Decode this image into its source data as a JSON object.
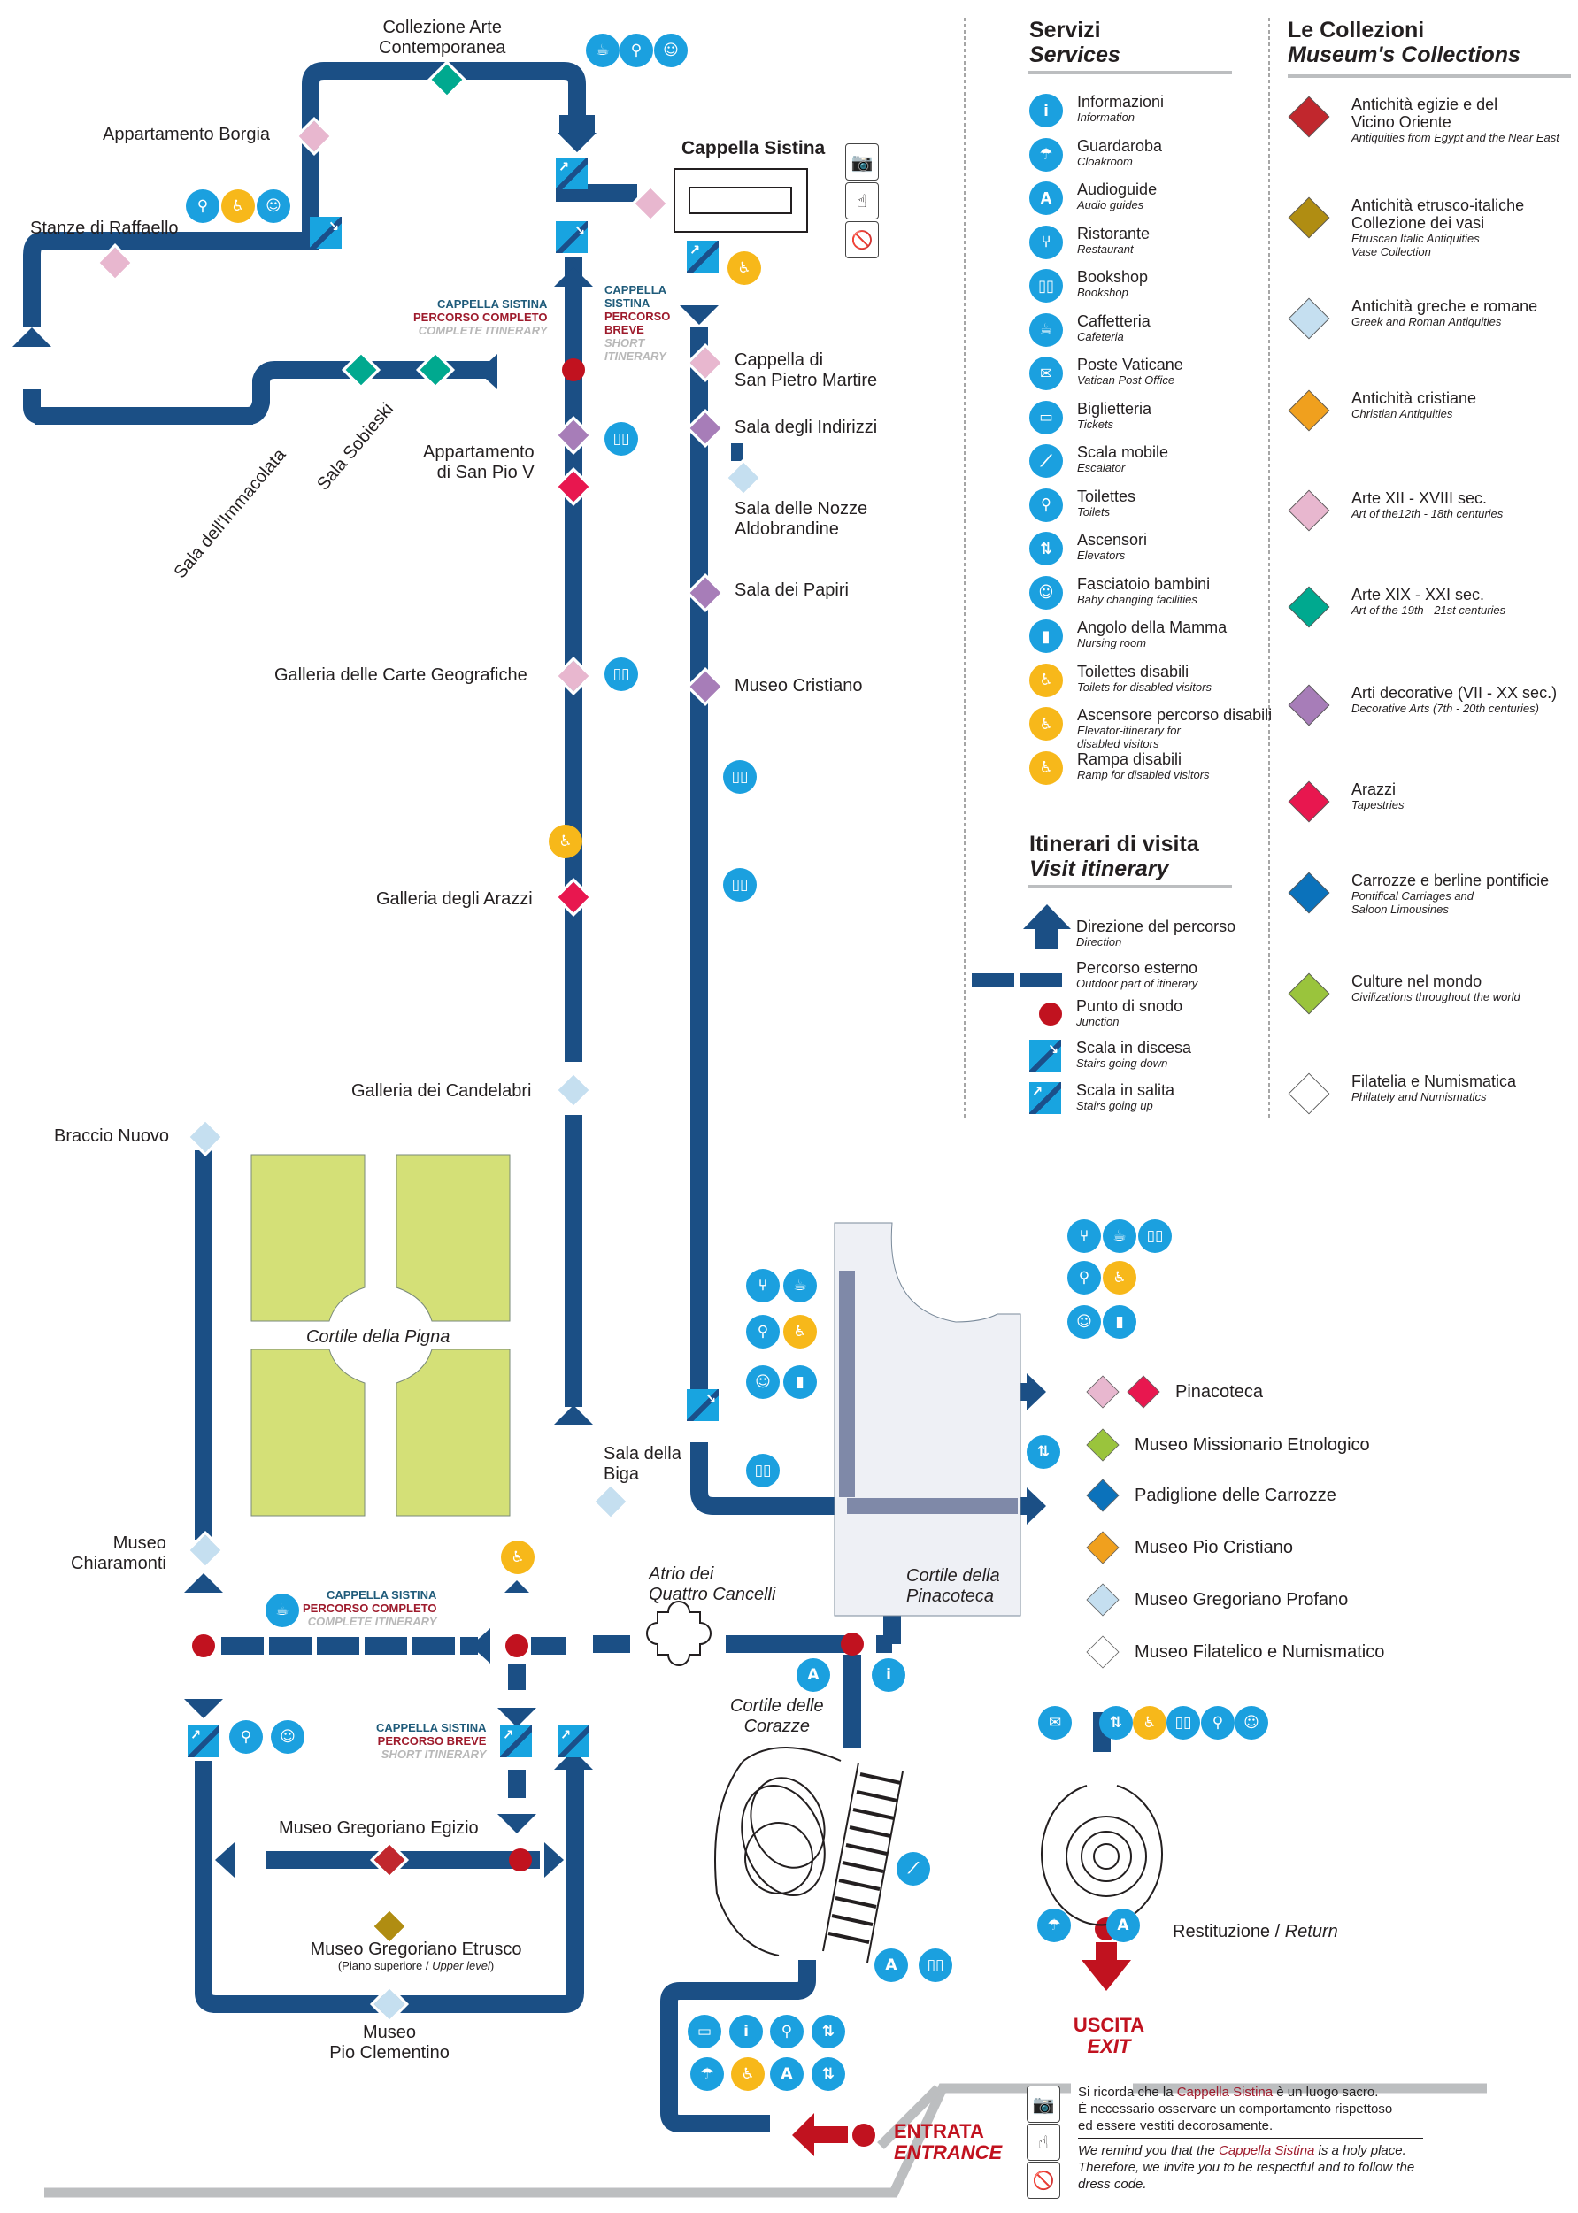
{
  "map": {
    "colors": {
      "path": "#1b4f85",
      "junction": "#c1121f",
      "service_blue": "#1ba0df",
      "service_yellow": "#f7b81a",
      "courtyard_green": "#d4e077",
      "pinacoteca_court": "#eef0f5",
      "boundary_gray": "#bcbec0",
      "exit_red": "#c1121f"
    },
    "places": [
      {
        "id": "collezione-arte-contemporanea",
        "label": "Collezione Arte\nContemporanea",
        "category": "arte-xix-xxi"
      },
      {
        "id": "appartamento-borgia",
        "label": "Appartamento Borgia",
        "category": "arte-xii-xviii"
      },
      {
        "id": "stanze-di-raffaello",
        "label": "Stanze di Raffaello",
        "category": "arte-xii-xviii"
      },
      {
        "id": "cappella-sistina",
        "label": "Cappella Sistina",
        "category": "arte-xii-xviii"
      },
      {
        "id": "cappella-san-pietro-martire",
        "label": "Cappella di\nSan Pietro Martire",
        "category": "arte-xii-xviii"
      },
      {
        "id": "sala-degli-indirizzi",
        "label": "Sala degli Indirizzi",
        "category": "arti-decorative"
      },
      {
        "id": "sala-nozze-aldobrandine",
        "label": "Sala delle Nozze\nAldobrandine",
        "category": "greche-romane"
      },
      {
        "id": "sala-dei-papiri",
        "label": "Sala dei Papiri",
        "category": "arti-decorative"
      },
      {
        "id": "museo-cristiano",
        "label": "Museo Cristiano",
        "category": "arti-decorative"
      },
      {
        "id": "sala-immacolata",
        "label": "Sala dell'Immacolata",
        "category": "arte-xix-xxi"
      },
      {
        "id": "sala-sobieski",
        "label": "Sala Sobieski",
        "category": "arte-xix-xxi"
      },
      {
        "id": "appartamento-san-pio-v",
        "label": "Appartamento\ndi San Pio V",
        "category": "arti-decorative"
      },
      {
        "id": "galleria-carte-geografiche",
        "label": "Galleria delle Carte Geografiche",
        "category": "arte-xii-xviii"
      },
      {
        "id": "galleria-arazzi",
        "label": "Galleria degli Arazzi",
        "category": "arazzi"
      },
      {
        "id": "galleria-candelabri",
        "label": "Galleria dei Candelabri",
        "category": "greche-romane"
      },
      {
        "id": "braccio-nuovo",
        "label": "Braccio Nuovo",
        "category": "greche-romane"
      },
      {
        "id": "museo-chiaramonti",
        "label": "Museo\nChiaramonti",
        "category": "greche-romane"
      },
      {
        "id": "sala-della-biga",
        "label": "Sala della\nBiga",
        "category": "greche-romane"
      },
      {
        "id": "museo-gregoriano-egizio",
        "label": "Museo Gregoriano Egizio",
        "category": "egizie"
      },
      {
        "id": "museo-gregoriano-etrusco",
        "label": "Museo Gregoriano Etrusco",
        "sublabel": "(Piano superiore / ",
        "sublabel_it": "Upper level",
        "sublabel_end": ")",
        "category": "etrusco"
      },
      {
        "id": "museo-pio-clementino",
        "label": "Museo\nPio Clementino",
        "category": "greche-romane"
      }
    ],
    "courtyards": {
      "pigna": "Cortile della Pigna",
      "atrio": "Atrio dei\nQuattro Cancelli",
      "pinacoteca": "Cortile della\nPinacoteca",
      "corazze": "Cortile delle\nCorazze"
    },
    "route_labels": {
      "sistina": "CAPPELLA SISTINA",
      "sistina_split": "CAPPELLA\nSISTINA",
      "completo": "PERCORSO COMPLETO",
      "complete_en": "COMPLETE ITINERARY",
      "breve": "PERCORSO BREVE",
      "breve_split": "PERCORSO\nBREVE",
      "short_en": "SHORT ITINERARY",
      "short_en_split": "SHORT\nITINERARY"
    },
    "pinacoteca_area": [
      {
        "label": "Pinacoteca",
        "categories": [
          "arte-xii-xviii",
          "arazzi"
        ]
      },
      {
        "label": "Museo Missionario Etnologico",
        "categories": [
          "culture"
        ]
      },
      {
        "label": "Padiglione delle Carrozze",
        "categories": [
          "carrozze"
        ]
      },
      {
        "label": "Museo Pio Cristiano",
        "categories": [
          "cristiane"
        ]
      },
      {
        "label": "Museo Gregoriano Profano",
        "categories": [
          "greche-romane"
        ]
      },
      {
        "label": "Museo Filatelico e Numismatico",
        "categories": [
          "filatelia"
        ]
      }
    ],
    "restitution": {
      "label": "Restituzione / ",
      "label_en": "Return"
    },
    "exit": {
      "it": "USCITA",
      "en": "EXIT"
    },
    "entrance": {
      "it": "ENTRATA",
      "en": "ENTRANCE"
    }
  },
  "legend": {
    "services_title": "Servizi",
    "services_subtitle": "Services",
    "services": [
      {
        "icon": "info-icon",
        "glyph": "i",
        "it": "Informazioni",
        "en": "Information",
        "color": "blue"
      },
      {
        "icon": "cloakroom-icon",
        "glyph": "☂",
        "it": "Guardaroba",
        "en": "Cloakroom",
        "color": "blue"
      },
      {
        "icon": "audioguide-icon",
        "glyph": "Ⓐ",
        "it": "Audioguide",
        "en": "Audio guides",
        "color": "blue"
      },
      {
        "icon": "restaurant-icon",
        "glyph": "🍴",
        "it": "Ristorante",
        "en": "Restaurant",
        "color": "blue"
      },
      {
        "icon": "bookshop-icon",
        "glyph": "📖",
        "it": "Bookshop",
        "en": "Bookshop",
        "color": "blue"
      },
      {
        "icon": "cafeteria-icon",
        "glyph": "☕",
        "it": "Caffetteria",
        "en": "Cafeteria",
        "color": "blue"
      },
      {
        "icon": "post-office-icon",
        "glyph": "✉",
        "it": "Poste Vaticane",
        "en": "Vatican Post Office",
        "color": "blue"
      },
      {
        "icon": "tickets-icon",
        "glyph": "🎫",
        "it": "Biglietteria",
        "en": "Tickets",
        "color": "blue"
      },
      {
        "icon": "escalator-icon",
        "glyph": "⤴",
        "it": "Scala mobile",
        "en": "Escalator",
        "color": "blue"
      },
      {
        "icon": "toilets-icon",
        "glyph": "🚻",
        "it": "Toilettes",
        "en": "Toilets",
        "color": "blue"
      },
      {
        "icon": "elevator-icon",
        "glyph": "⇅",
        "it": "Ascensori",
        "en": "Elevators",
        "color": "blue"
      },
      {
        "icon": "baby-changing-icon",
        "glyph": "👶",
        "it": "Fasciatoio bambini",
        "en": "Baby changing facilities",
        "color": "blue"
      },
      {
        "icon": "nursing-room-icon",
        "glyph": "🍼",
        "it": "Angolo della Mamma",
        "en": "Nursing room",
        "color": "blue"
      },
      {
        "icon": "disabled-toilets-icon",
        "glyph": "♿",
        "it": "Toilettes disabili",
        "en": "Toilets for disabled visitors",
        "color": "yellow"
      },
      {
        "icon": "disabled-elevator-icon",
        "glyph": "♿",
        "it": "Ascensore percorso disabili",
        "en": "Elevator-itinerary for\ndisabled visitors",
        "color": "yellow"
      },
      {
        "icon": "disabled-ramp-icon",
        "glyph": "♿",
        "it": "Rampa disabili",
        "en": "Ramp for disabled visitors",
        "color": "yellow"
      }
    ],
    "itinerary_title": "Itinerari di visita",
    "itinerary_subtitle": "Visit itinerary",
    "itinerary": [
      {
        "icon": "direction-arrow-icon",
        "it": "Direzione del percorso",
        "en": "Direction"
      },
      {
        "icon": "outdoor-path-icon",
        "it": "Percorso esterno",
        "en": "Outdoor part of itinerary"
      },
      {
        "icon": "junction-icon",
        "it": "Punto di snodo",
        "en": "Junction"
      },
      {
        "icon": "stairs-down-icon",
        "it": "Scala in discesa",
        "en": "Stairs going down"
      },
      {
        "icon": "stairs-up-icon",
        "it": "Scala in salita",
        "en": "Stairs going up"
      }
    ],
    "collections_title": "Le Collezioni",
    "collections_subtitle": "Museum's Collections",
    "collections": [
      {
        "id": "egizie",
        "color": "#c1272d",
        "it": "Antichità egizie e del\nVicino Oriente",
        "en": "Antiquities from Egypt and the Near East"
      },
      {
        "id": "etrusco",
        "color": "#b08d12",
        "it": "Antichità etrusco-italiche\nCollezione dei vasi",
        "en": "Etruscan Italic Antiquities\nVase Collection"
      },
      {
        "id": "greche-romane",
        "color": "#c5dff0",
        "it": "Antichità greche e romane",
        "en": "Greek and Roman Antiquities"
      },
      {
        "id": "cristiane",
        "color": "#f0a01e",
        "it": "Antichità cristiane",
        "en": "Christian Antiquities"
      },
      {
        "id": "arte-xii-xviii",
        "color": "#e8b7cf",
        "it": "Arte XII - XVIII sec.",
        "en": "Art of the12th - 18th centuries"
      },
      {
        "id": "arte-xix-xxi",
        "color": "#00a98f",
        "it": "Arte XIX - XXI sec.",
        "en": "Art of the 19th - 21st centuries"
      },
      {
        "id": "arti-decorative",
        "color": "#a77db8",
        "it": "Arti decorative (VII - XX sec.)",
        "en": "Decorative Arts (7th - 20th centuries)"
      },
      {
        "id": "arazzi",
        "color": "#e8174f",
        "it": "Arazzi",
        "en": "Tapestries"
      },
      {
        "id": "carrozze",
        "color": "#0b72bb",
        "it": "Carrozze e berline pontificie",
        "en": "Pontifical Carriages and\nSaloon Limousines"
      },
      {
        "id": "culture",
        "color": "#9ac43c",
        "it": "Culture nel mondo",
        "en": "Civilizations throughout the world"
      },
      {
        "id": "filatelia",
        "color": "#ffffff",
        "it": "Filatelia e Numismatica",
        "en": "Philately and Numismatics"
      }
    ]
  },
  "notice": {
    "it_pre": "Si ricorda che la ",
    "it_hl": "Cappella Sistina",
    "it_post": " è un luogo sacro.\nÈ necessario osservare un comportamento rispettoso\ned essere vestiti decorosamente.",
    "en_pre": "We remind you that the ",
    "en_hl": "Cappella Sistina",
    "en_post": " is a holy place.\nTherefore, we invite you to be respectful and to follow the\ndress code."
  }
}
